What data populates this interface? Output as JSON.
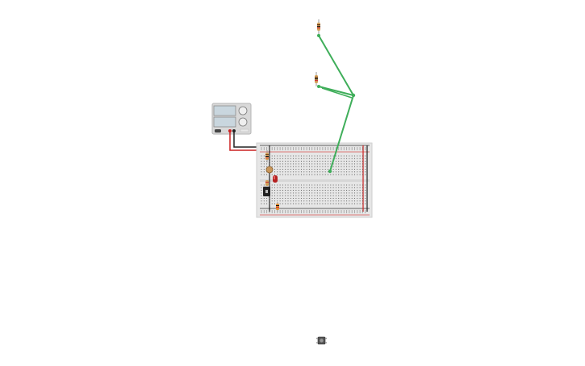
{
  "workspace": {
    "background": "#ffffff"
  },
  "power_supply": {
    "display_top": "",
    "display_bottom": "",
    "body_color": "#d9d9d9",
    "display_color": "#c9d6de"
  },
  "breadboard": {
    "body_color": "#e6e6e6",
    "rail_red": "#d9534f",
    "rail_black": "#333333",
    "hole_color": "#555555"
  },
  "wires": {
    "green": "#3fae5a",
    "red": "#cc2222",
    "black": "#222222"
  },
  "components": [
    {
      "name": "resistor-top",
      "type": "resistor"
    },
    {
      "name": "resistor-middle",
      "type": "resistor"
    },
    {
      "name": "resistor-breadboard",
      "type": "resistor"
    },
    {
      "name": "potentiometer",
      "type": "potentiometer"
    },
    {
      "name": "led-red",
      "type": "led"
    },
    {
      "name": "ic-sensor",
      "type": "ic"
    },
    {
      "name": "resistor-bottom",
      "type": "resistor"
    },
    {
      "name": "pushbutton",
      "type": "pushbutton"
    }
  ]
}
